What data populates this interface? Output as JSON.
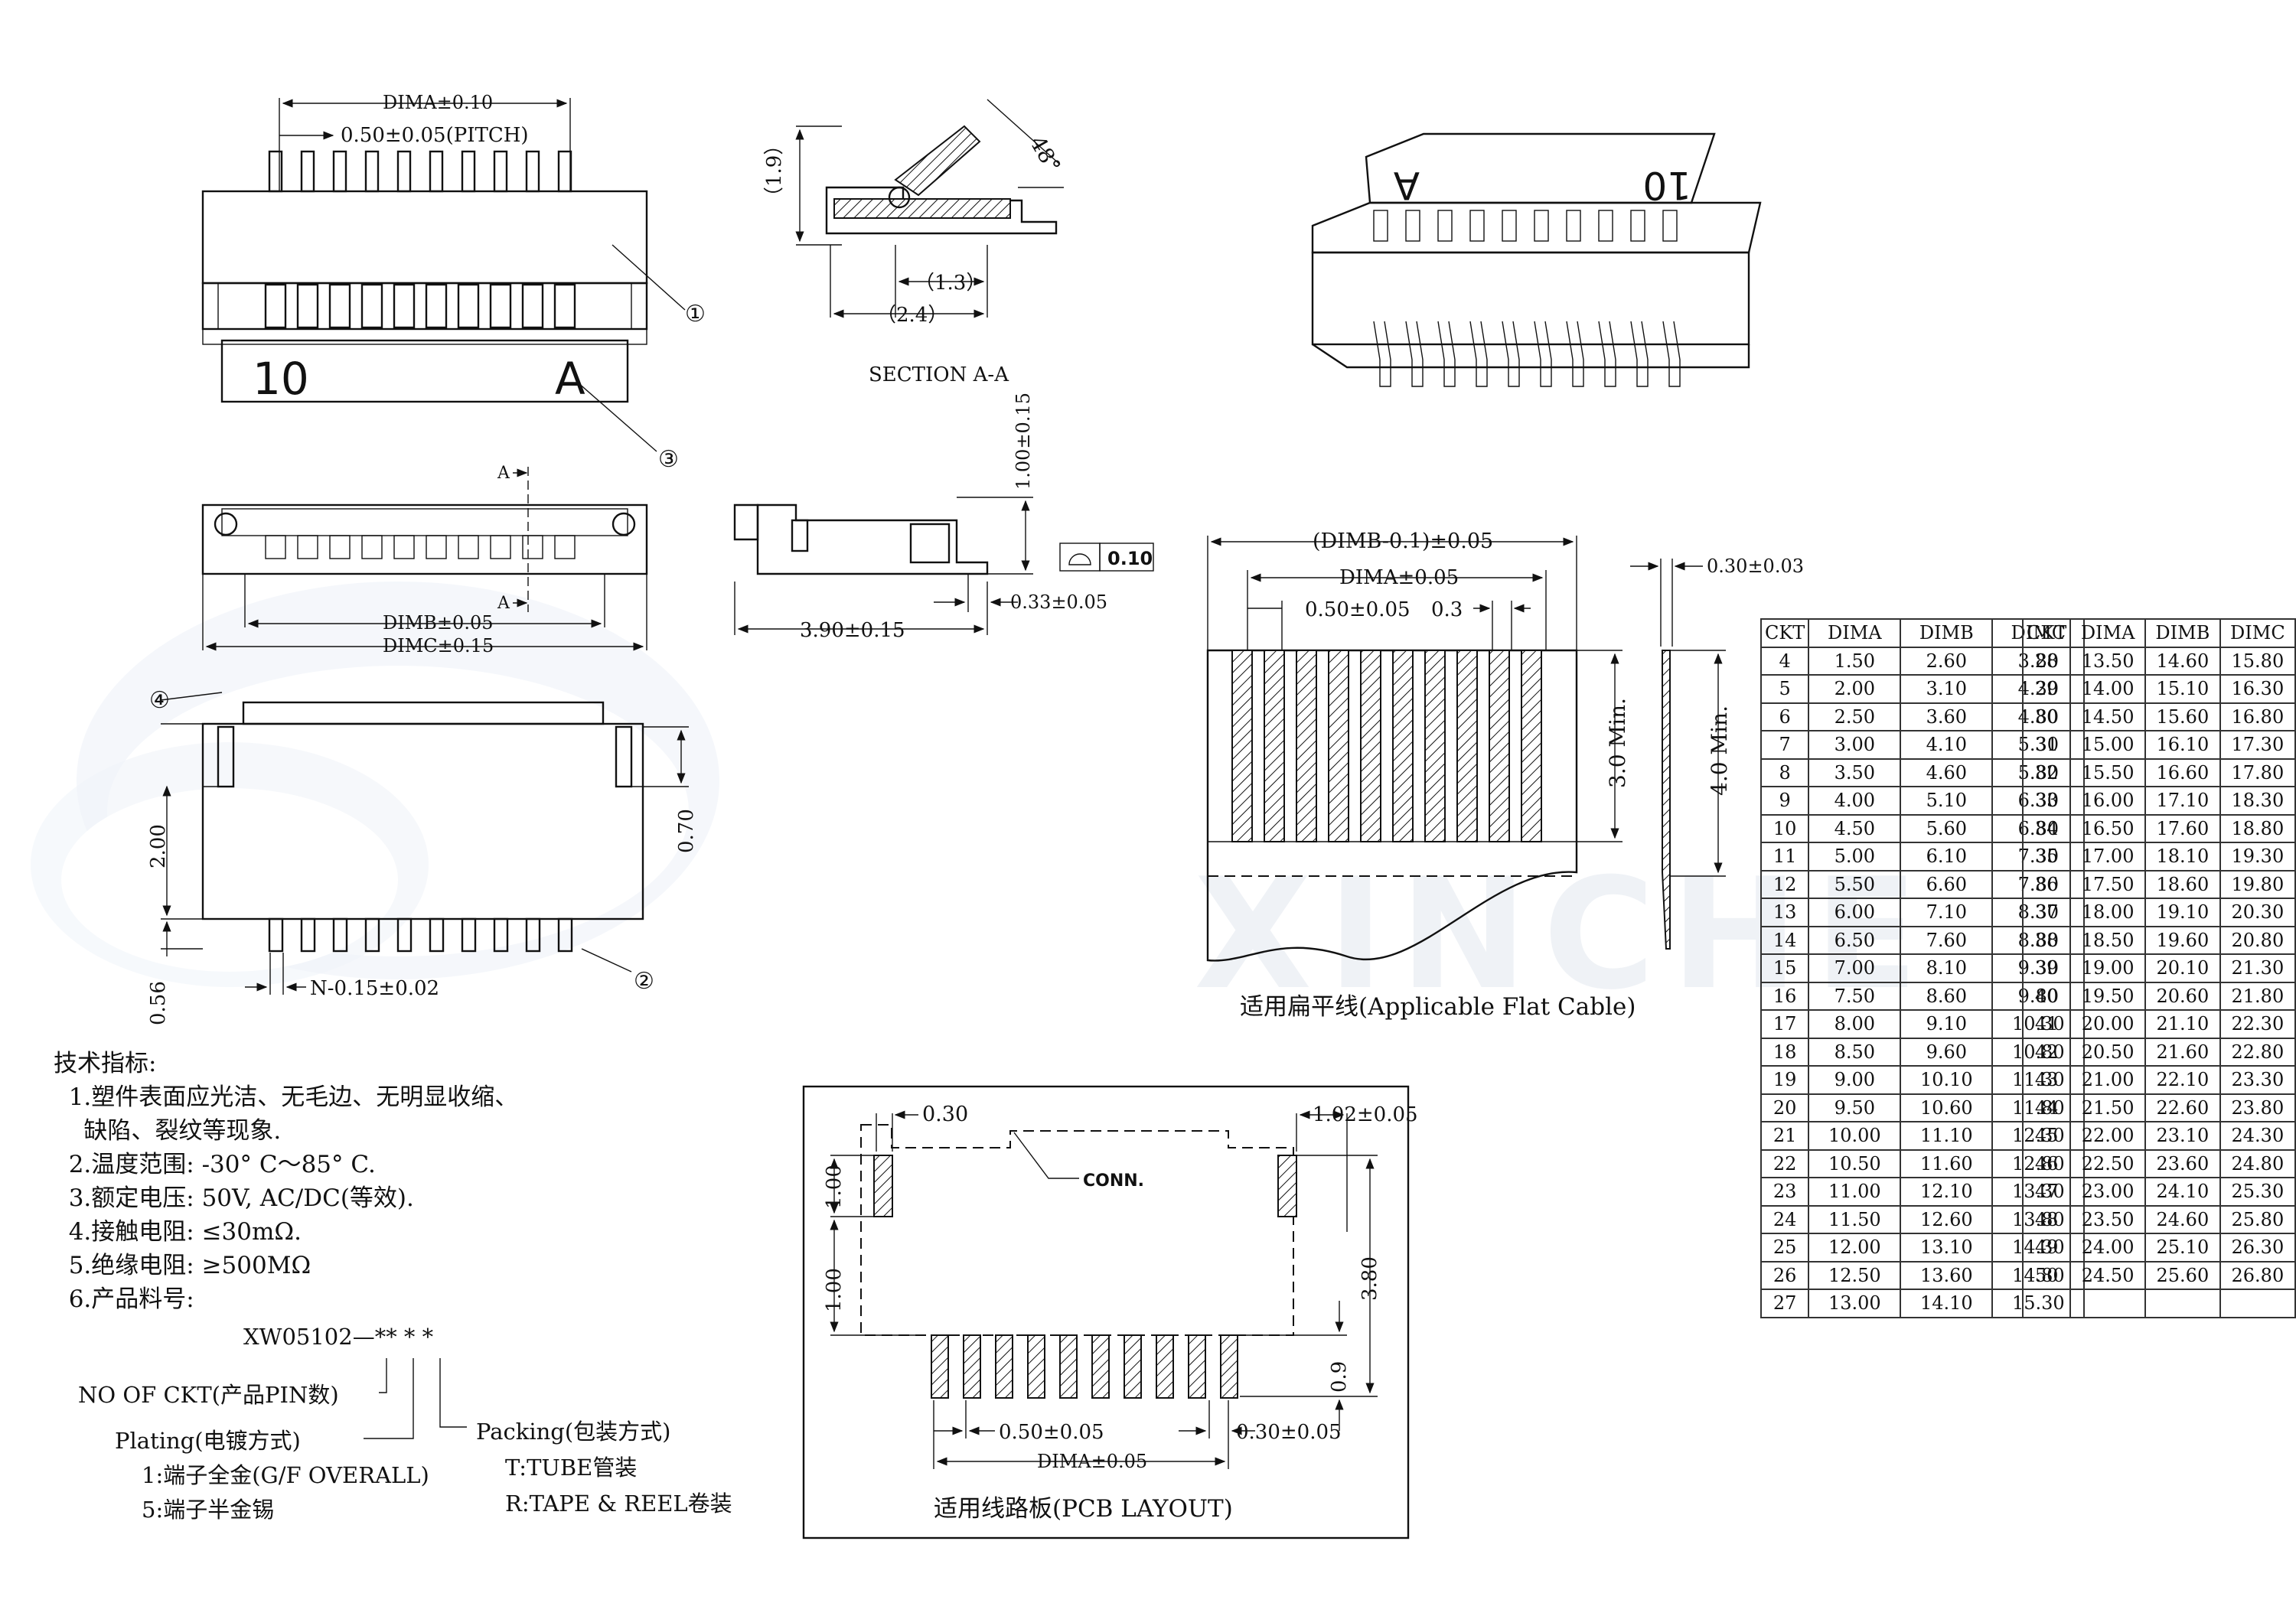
{
  "views": {
    "top": {
      "dima": "DIMA±0.10",
      "pitch": "0.50±0.05(PITCH)",
      "mark_pin": "10",
      "mark_letter": "A",
      "callout1": "①",
      "callout3": "③"
    },
    "section": {
      "dim_19": "（1.9）",
      "angle": "48°",
      "dim_13": "（1.3）",
      "dim_24": "（2.4）",
      "title": "SECTION A-A"
    },
    "front": {
      "a_top": "A",
      "a_bot": "A",
      "dimb": "DIMB±0.05",
      "dimc": "DIMC±0.15"
    },
    "side": {
      "height": "1.00±0.15",
      "flatness": "0.10",
      "depth": "3.90±0.15",
      "lead": "0.33±0.05"
    },
    "bottom": {
      "callout4": "④",
      "callout2": "②",
      "d200": "2.00",
      "d070": "0.70",
      "d056": "0.56",
      "pinw": "N-0.15±0.02"
    },
    "iso": {
      "label_a": "A",
      "label_10": "10"
    },
    "cable": {
      "dimb": "(DIMB-0.1)±0.05",
      "dima": "DIMA±0.05",
      "pitch": "0.50±0.05",
      "d03": "0.3",
      "thick": "0.30±0.03",
      "min3": "3.0 Min.",
      "min4": "4.0 Min.",
      "caption": "适用扁平线(Applicable Flat Cable)"
    },
    "pcb": {
      "d030": "0.30",
      "d102": "1.02±0.05",
      "conn": "CONN.",
      "d100a": "1.00",
      "d100b": "1.00",
      "d380": "3.80",
      "d09": "0.9",
      "pitch": "0.50±0.05",
      "d030b": "0.30±0.05",
      "dima": "DIMA±0.05",
      "caption": "适用线路板(PCB LAYOUT)"
    }
  },
  "tech": {
    "heading": "技术指标:",
    "l1": "  1.塑件表面应光洁、无毛边、无明显收缩、",
    "l1b": "    缺陷、裂纹等现象.",
    "l2": "  2.温度范围: -30° C～85° C.",
    "l3": "  3.额定电压: 50V, AC/DC(等效).",
    "l4": "  4.接触电阻: ≤30mΩ.",
    "l5": "  5.绝缘电阻: ≥500MΩ",
    "l6": "  6.产品料号:",
    "part": "XW05102—** * *",
    "ckt": "NO OF CKT(产品PIN数)",
    "plating": "Plating(电镀方式)",
    "p1": "1:端子全金(G/F OVERALL)",
    "p5": "5:端子半金锡",
    "packing": "Packing(包装方式)",
    "pt": "T:TUBE管装",
    "pr": "R:TAPE & REEL卷装"
  },
  "watermark": "XINCHE",
  "table": {
    "headers": [
      "CKT",
      "DIMA",
      "DIMB",
      "DIMC"
    ],
    "left": [
      [
        "4",
        "1.50",
        "2.60",
        "3.80"
      ],
      [
        "5",
        "2.00",
        "3.10",
        "4.30"
      ],
      [
        "6",
        "2.50",
        "3.60",
        "4.80"
      ],
      [
        "7",
        "3.00",
        "4.10",
        "5.30"
      ],
      [
        "8",
        "3.50",
        "4.60",
        "5.80"
      ],
      [
        "9",
        "4.00",
        "5.10",
        "6.30"
      ],
      [
        "10",
        "4.50",
        "5.60",
        "6.80"
      ],
      [
        "11",
        "5.00",
        "6.10",
        "7.30"
      ],
      [
        "12",
        "5.50",
        "6.60",
        "7.80"
      ],
      [
        "13",
        "6.00",
        "7.10",
        "8.30"
      ],
      [
        "14",
        "6.50",
        "7.60",
        "8.80"
      ],
      [
        "15",
        "7.00",
        "8.10",
        "9.30"
      ],
      [
        "16",
        "7.50",
        "8.60",
        "9.80"
      ],
      [
        "17",
        "8.00",
        "9.10",
        "10.30"
      ],
      [
        "18",
        "8.50",
        "9.60",
        "10.80"
      ],
      [
        "19",
        "9.00",
        "10.10",
        "11.30"
      ],
      [
        "20",
        "9.50",
        "10.60",
        "11.80"
      ],
      [
        "21",
        "10.00",
        "11.10",
        "12.30"
      ],
      [
        "22",
        "10.50",
        "11.60",
        "12.80"
      ],
      [
        "23",
        "11.00",
        "12.10",
        "13.30"
      ],
      [
        "24",
        "11.50",
        "12.60",
        "13.80"
      ],
      [
        "25",
        "12.00",
        "13.10",
        "14.30"
      ],
      [
        "26",
        "12.50",
        "13.60",
        "14.80"
      ],
      [
        "27",
        "13.00",
        "14.10",
        "15.30"
      ]
    ],
    "right": [
      [
        "28",
        "13.50",
        "14.60",
        "15.80"
      ],
      [
        "29",
        "14.00",
        "15.10",
        "16.30"
      ],
      [
        "30",
        "14.50",
        "15.60",
        "16.80"
      ],
      [
        "31",
        "15.00",
        "16.10",
        "17.30"
      ],
      [
        "32",
        "15.50",
        "16.60",
        "17.80"
      ],
      [
        "33",
        "16.00",
        "17.10",
        "18.30"
      ],
      [
        "34",
        "16.50",
        "17.60",
        "18.80"
      ],
      [
        "35",
        "17.00",
        "18.10",
        "19.30"
      ],
      [
        "36",
        "17.50",
        "18.60",
        "19.80"
      ],
      [
        "37",
        "18.00",
        "19.10",
        "20.30"
      ],
      [
        "38",
        "18.50",
        "19.60",
        "20.80"
      ],
      [
        "39",
        "19.00",
        "20.10",
        "21.30"
      ],
      [
        "40",
        "19.50",
        "20.60",
        "21.80"
      ],
      [
        "41",
        "20.00",
        "21.10",
        "22.30"
      ],
      [
        "42",
        "20.50",
        "21.60",
        "22.80"
      ],
      [
        "43",
        "21.00",
        "22.10",
        "23.30"
      ],
      [
        "44",
        "21.50",
        "22.60",
        "23.80"
      ],
      [
        "45",
        "22.00",
        "23.10",
        "24.30"
      ],
      [
        "46",
        "22.50",
        "23.60",
        "24.80"
      ],
      [
        "47",
        "23.00",
        "24.10",
        "25.30"
      ],
      [
        "48",
        "23.50",
        "24.60",
        "25.80"
      ],
      [
        "49",
        "24.00",
        "25.10",
        "26.30"
      ],
      [
        "50",
        "24.50",
        "25.60",
        "26.80"
      ],
      [
        "",
        "",
        "",
        ""
      ]
    ]
  }
}
